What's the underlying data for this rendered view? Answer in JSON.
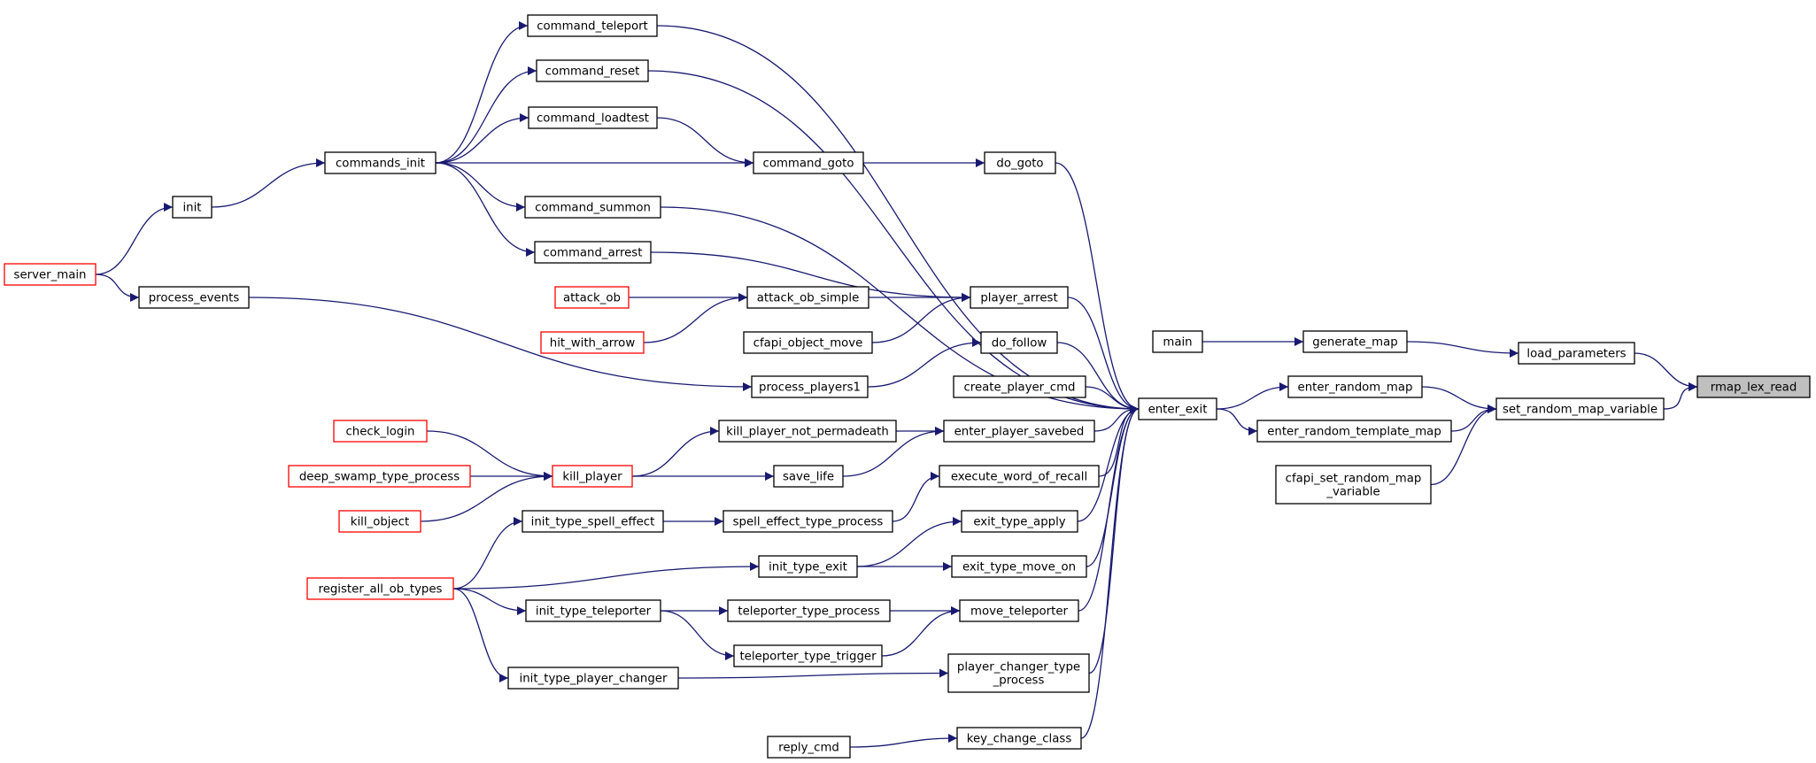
{
  "colors": {
    "edge": "#191970",
    "border_normal": "#000000",
    "border_truncated": "#ff0000",
    "root_fill": "#bfbfbf",
    "node_fill": "#ffffff"
  },
  "nodes": [
    {
      "id": "rmap_lex_read",
      "label": "rmap_lex_read",
      "kind": "root"
    },
    {
      "id": "load_parameters",
      "label": "load_parameters",
      "kind": "normal"
    },
    {
      "id": "set_random_map_variable",
      "label": "set_random_map_variable",
      "kind": "normal"
    },
    {
      "id": "generate_map",
      "label": "generate_map",
      "kind": "normal"
    },
    {
      "id": "enter_random_map",
      "label": "enter_random_map",
      "kind": "normal"
    },
    {
      "id": "enter_random_template_map",
      "label": "enter_random_template_map",
      "kind": "normal"
    },
    {
      "id": "cfapi_set_random_map_variable",
      "label": "cfapi_set_random_map\n_variable",
      "kind": "normal"
    },
    {
      "id": "main",
      "label": "main",
      "kind": "normal"
    },
    {
      "id": "enter_exit",
      "label": "enter_exit",
      "kind": "normal"
    },
    {
      "id": "command_teleport",
      "label": "command_teleport",
      "kind": "normal"
    },
    {
      "id": "command_reset",
      "label": "command_reset",
      "kind": "normal"
    },
    {
      "id": "command_loadtest",
      "label": "command_loadtest",
      "kind": "normal"
    },
    {
      "id": "do_goto",
      "label": "do_goto",
      "kind": "normal"
    },
    {
      "id": "command_summon",
      "label": "command_summon",
      "kind": "normal"
    },
    {
      "id": "player_arrest",
      "label": "player_arrest",
      "kind": "normal"
    },
    {
      "id": "do_follow",
      "label": "do_follow",
      "kind": "normal"
    },
    {
      "id": "create_player_cmd",
      "label": "create_player_cmd",
      "kind": "normal"
    },
    {
      "id": "enter_player_savebed",
      "label": "enter_player_savebed",
      "kind": "normal"
    },
    {
      "id": "execute_word_of_recall",
      "label": "execute_word_of_recall",
      "kind": "normal"
    },
    {
      "id": "exit_type_apply",
      "label": "exit_type_apply",
      "kind": "normal"
    },
    {
      "id": "exit_type_move_on",
      "label": "exit_type_move_on",
      "kind": "normal"
    },
    {
      "id": "move_teleporter",
      "label": "move_teleporter",
      "kind": "normal"
    },
    {
      "id": "player_changer_type_process",
      "label": "player_changer_type\n_process",
      "kind": "normal"
    },
    {
      "id": "key_change_class",
      "label": "key_change_class",
      "kind": "normal"
    },
    {
      "id": "command_goto",
      "label": "command_goto",
      "kind": "normal"
    },
    {
      "id": "command_arrest",
      "label": "command_arrest",
      "kind": "normal"
    },
    {
      "id": "attack_ob_simple",
      "label": "attack_ob_simple",
      "kind": "normal"
    },
    {
      "id": "cfapi_object_move",
      "label": "cfapi_object_move",
      "kind": "normal"
    },
    {
      "id": "process_players1",
      "label": "process_players1",
      "kind": "normal"
    },
    {
      "id": "kill_player_not_permadeath",
      "label": "kill_player_not_permadeath",
      "kind": "normal"
    },
    {
      "id": "save_life",
      "label": "save_life",
      "kind": "normal"
    },
    {
      "id": "spell_effect_type_process",
      "label": "spell_effect_type_process",
      "kind": "normal"
    },
    {
      "id": "init_type_exit",
      "label": "init_type_exit",
      "kind": "normal"
    },
    {
      "id": "teleporter_type_process",
      "label": "teleporter_type_process",
      "kind": "normal"
    },
    {
      "id": "teleporter_type_trigger",
      "label": "teleporter_type_trigger",
      "kind": "normal"
    },
    {
      "id": "reply_cmd",
      "label": "reply_cmd",
      "kind": "normal"
    },
    {
      "id": "commands_init",
      "label": "commands_init",
      "kind": "normal"
    },
    {
      "id": "attack_ob",
      "label": "attack_ob",
      "kind": "truncated"
    },
    {
      "id": "hit_with_arrow",
      "label": "hit_with_arrow",
      "kind": "truncated"
    },
    {
      "id": "process_events",
      "label": "process_events",
      "kind": "normal"
    },
    {
      "id": "kill_player",
      "label": "kill_player",
      "kind": "truncated"
    },
    {
      "id": "init_type_spell_effect",
      "label": "init_type_spell_effect",
      "kind": "normal"
    },
    {
      "id": "register_all_ob_types",
      "label": "register_all_ob_types",
      "kind": "truncated"
    },
    {
      "id": "init_type_teleporter",
      "label": "init_type_teleporter",
      "kind": "normal"
    },
    {
      "id": "init_type_player_changer",
      "label": "init_type_player_changer",
      "kind": "normal"
    },
    {
      "id": "init",
      "label": "init",
      "kind": "normal"
    },
    {
      "id": "server_main",
      "label": "server_main",
      "kind": "truncated"
    },
    {
      "id": "check_login",
      "label": "check_login",
      "kind": "truncated"
    },
    {
      "id": "deep_swamp_type_process",
      "label": "deep_swamp_type_process",
      "kind": "truncated"
    },
    {
      "id": "kill_object",
      "label": "kill_object",
      "kind": "truncated"
    }
  ],
  "edges": [
    {
      "from": "load_parameters",
      "to": "rmap_lex_read"
    },
    {
      "from": "set_random_map_variable",
      "to": "rmap_lex_read"
    },
    {
      "from": "generate_map",
      "to": "load_parameters"
    },
    {
      "from": "enter_random_map",
      "to": "set_random_map_variable"
    },
    {
      "from": "enter_random_template_map",
      "to": "set_random_map_variable"
    },
    {
      "from": "cfapi_set_random_map_variable",
      "to": "set_random_map_variable"
    },
    {
      "from": "main",
      "to": "generate_map"
    },
    {
      "from": "enter_exit",
      "to": "enter_random_map"
    },
    {
      "from": "enter_exit",
      "to": "enter_random_template_map"
    },
    {
      "from": "command_teleport",
      "to": "enter_exit"
    },
    {
      "from": "command_reset",
      "to": "enter_exit"
    },
    {
      "from": "do_goto",
      "to": "enter_exit"
    },
    {
      "from": "command_summon",
      "to": "enter_exit"
    },
    {
      "from": "player_arrest",
      "to": "enter_exit"
    },
    {
      "from": "do_follow",
      "to": "enter_exit"
    },
    {
      "from": "create_player_cmd",
      "to": "enter_exit"
    },
    {
      "from": "enter_player_savebed",
      "to": "enter_exit"
    },
    {
      "from": "execute_word_of_recall",
      "to": "enter_exit"
    },
    {
      "from": "exit_type_apply",
      "to": "enter_exit"
    },
    {
      "from": "exit_type_move_on",
      "to": "enter_exit"
    },
    {
      "from": "move_teleporter",
      "to": "enter_exit"
    },
    {
      "from": "player_changer_type_process",
      "to": "enter_exit"
    },
    {
      "from": "key_change_class",
      "to": "enter_exit"
    },
    {
      "from": "command_goto",
      "to": "do_goto"
    },
    {
      "from": "command_loadtest",
      "to": "command_goto"
    },
    {
      "from": "commands_init",
      "to": "command_goto"
    },
    {
      "from": "commands_init",
      "to": "command_teleport"
    },
    {
      "from": "commands_init",
      "to": "command_reset"
    },
    {
      "from": "commands_init",
      "to": "command_loadtest"
    },
    {
      "from": "commands_init",
      "to": "command_summon"
    },
    {
      "from": "commands_init",
      "to": "command_arrest"
    },
    {
      "from": "command_arrest",
      "to": "player_arrest"
    },
    {
      "from": "attack_ob_simple",
      "to": "player_arrest"
    },
    {
      "from": "cfapi_object_move",
      "to": "player_arrest"
    },
    {
      "from": "attack_ob",
      "to": "attack_ob_simple"
    },
    {
      "from": "hit_with_arrow",
      "to": "attack_ob_simple"
    },
    {
      "from": "process_players1",
      "to": "do_follow"
    },
    {
      "from": "process_events",
      "to": "process_players1"
    },
    {
      "from": "kill_player_not_permadeath",
      "to": "enter_player_savebed"
    },
    {
      "from": "save_life",
      "to": "enter_player_savebed"
    },
    {
      "from": "kill_player",
      "to": "kill_player_not_permadeath"
    },
    {
      "from": "kill_player",
      "to": "save_life"
    },
    {
      "from": "check_login",
      "to": "kill_player"
    },
    {
      "from": "deep_swamp_type_process",
      "to": "kill_player"
    },
    {
      "from": "kill_object",
      "to": "kill_player"
    },
    {
      "from": "spell_effect_type_process",
      "to": "execute_word_of_recall"
    },
    {
      "from": "init_type_spell_effect",
      "to": "spell_effect_type_process"
    },
    {
      "from": "register_all_ob_types",
      "to": "init_type_spell_effect"
    },
    {
      "from": "init_type_exit",
      "to": "exit_type_apply"
    },
    {
      "from": "init_type_exit",
      "to": "exit_type_move_on"
    },
    {
      "from": "register_all_ob_types",
      "to": "init_type_exit"
    },
    {
      "from": "teleporter_type_process",
      "to": "move_teleporter"
    },
    {
      "from": "teleporter_type_trigger",
      "to": "move_teleporter"
    },
    {
      "from": "init_type_teleporter",
      "to": "teleporter_type_process"
    },
    {
      "from": "init_type_teleporter",
      "to": "teleporter_type_trigger"
    },
    {
      "from": "register_all_ob_types",
      "to": "init_type_teleporter"
    },
    {
      "from": "register_all_ob_types",
      "to": "init_type_player_changer"
    },
    {
      "from": "init_type_player_changer",
      "to": "player_changer_type_process"
    },
    {
      "from": "reply_cmd",
      "to": "key_change_class"
    },
    {
      "from": "init",
      "to": "commands_init"
    },
    {
      "from": "server_main",
      "to": "init"
    },
    {
      "from": "server_main",
      "to": "process_events"
    }
  ]
}
